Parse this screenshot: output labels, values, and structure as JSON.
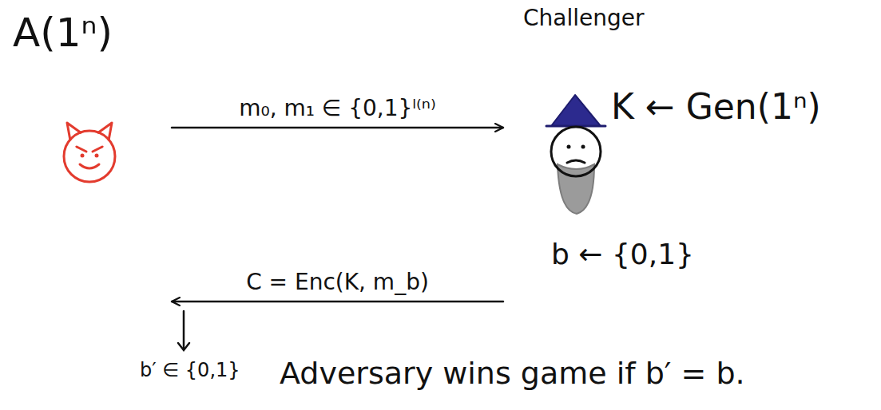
{
  "diagram": {
    "nodes": [
      {
        "text": [
          "A(1ⁿ)"
        ]
      },
      {
        "text": [
          "Challenger"
        ]
      }
    ],
    "edges": [
      {
        "from": 0,
        "to": 1,
        "arrow": "to",
        "label": "m₀, m₁ ∈ {0,1}ˡ⁽ⁿ⁾"
      },
      {
        "from": 1,
        "to": 0,
        "arrow": "to",
        "label": "C = Enc(K, m_b)"
      }
    ],
    "labels": [
      "K ← Gen(1ⁿ)",
      "b ← {0,1}",
      "b′ ∈ {0,1}",
      "Adversary wins game if b′ = b."
    ]
  }
}
